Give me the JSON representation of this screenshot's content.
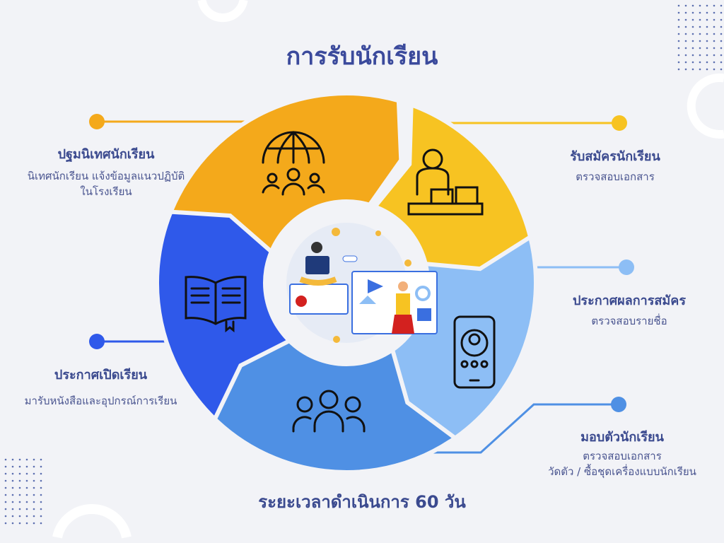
{
  "title": "การรับนักเรียน",
  "steps": [
    {
      "heading": "ปฐมนิเทศนักเรียน",
      "lines": [
        "นิเทศนักเรียน  แจ้งข้อมูลแนวปฏิบัติ",
        "ในโรงเรียน"
      ],
      "icon": "globe-people-icon",
      "color": "#F4A91B"
    },
    {
      "heading": "รับสมัครนักเรียน",
      "lines": [
        "ตรวจสอบเอกสาร"
      ],
      "icon": "receptionist-icon",
      "color": "#F7C322"
    },
    {
      "heading": "ประกาศผลการสมัคร",
      "lines": [
        "ตรวจสอบรายชื่อ"
      ],
      "icon": "phone-profile-icon",
      "color": "#8DBEF5"
    },
    {
      "heading": "มอบตัวนักเรียน",
      "lines": [
        "ตรวจสอบเอกสาร",
        "วัดตัว / ซื้อชุดเครื่องแบบนักเรียน"
      ],
      "icon": "group-icon",
      "color": "#4F90E4"
    },
    {
      "heading": "ประกาศเปิดเรียน",
      "lines": [
        "มารับหนังสือและอุปกรณ์การเรียน"
      ],
      "icon": "book-icon",
      "color": "#2F59EA"
    }
  ],
  "footer": "ระยะเวลาดำเนินการ 60 วัน"
}
